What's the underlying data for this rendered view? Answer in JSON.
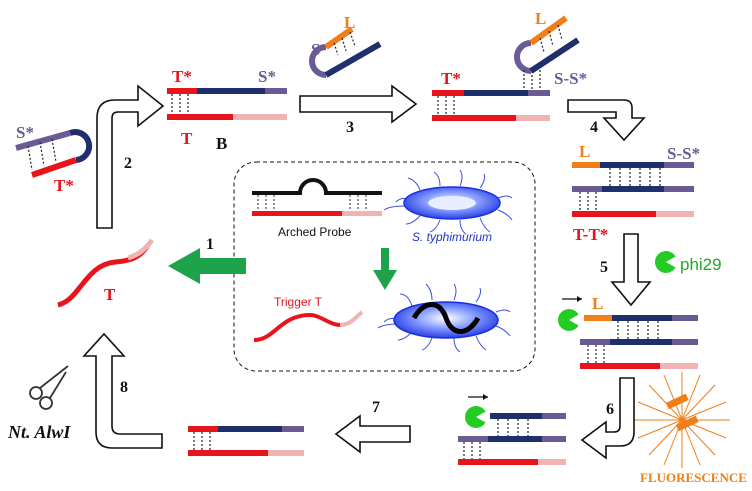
{
  "labels": {
    "T_star_top": "T*",
    "S_star_top": "S*",
    "T_top": "T",
    "B_top": "B",
    "S_probe": "S",
    "L_probe": "L",
    "T_star_mid": "T*",
    "SS_star_mid": "S-S*",
    "L_right": "L",
    "SS_star_right": "S-S*",
    "TT_star": "T-T*",
    "phi29": "phi29",
    "L_poly": "L",
    "S_star_left": "S*",
    "T_star_left": "T*",
    "T_left": "T",
    "enzyme": "Nt. AlwI",
    "arched_probe": "Arched Probe",
    "species": "S. typhimurium",
    "trigger": "Trigger  T",
    "fluorescence": "FLUORESCENCE"
  },
  "steps": [
    "1",
    "2",
    "3",
    "4",
    "5",
    "6",
    "7",
    "8"
  ],
  "colors": {
    "red": "#e8141c",
    "navy": "#1f2f6b",
    "purple": "#6b5b95",
    "pink": "#f0b4b4",
    "orange": "#f07f1a",
    "green_arrow": "#1ea34a",
    "phi29_green": "#22cc22"
  }
}
